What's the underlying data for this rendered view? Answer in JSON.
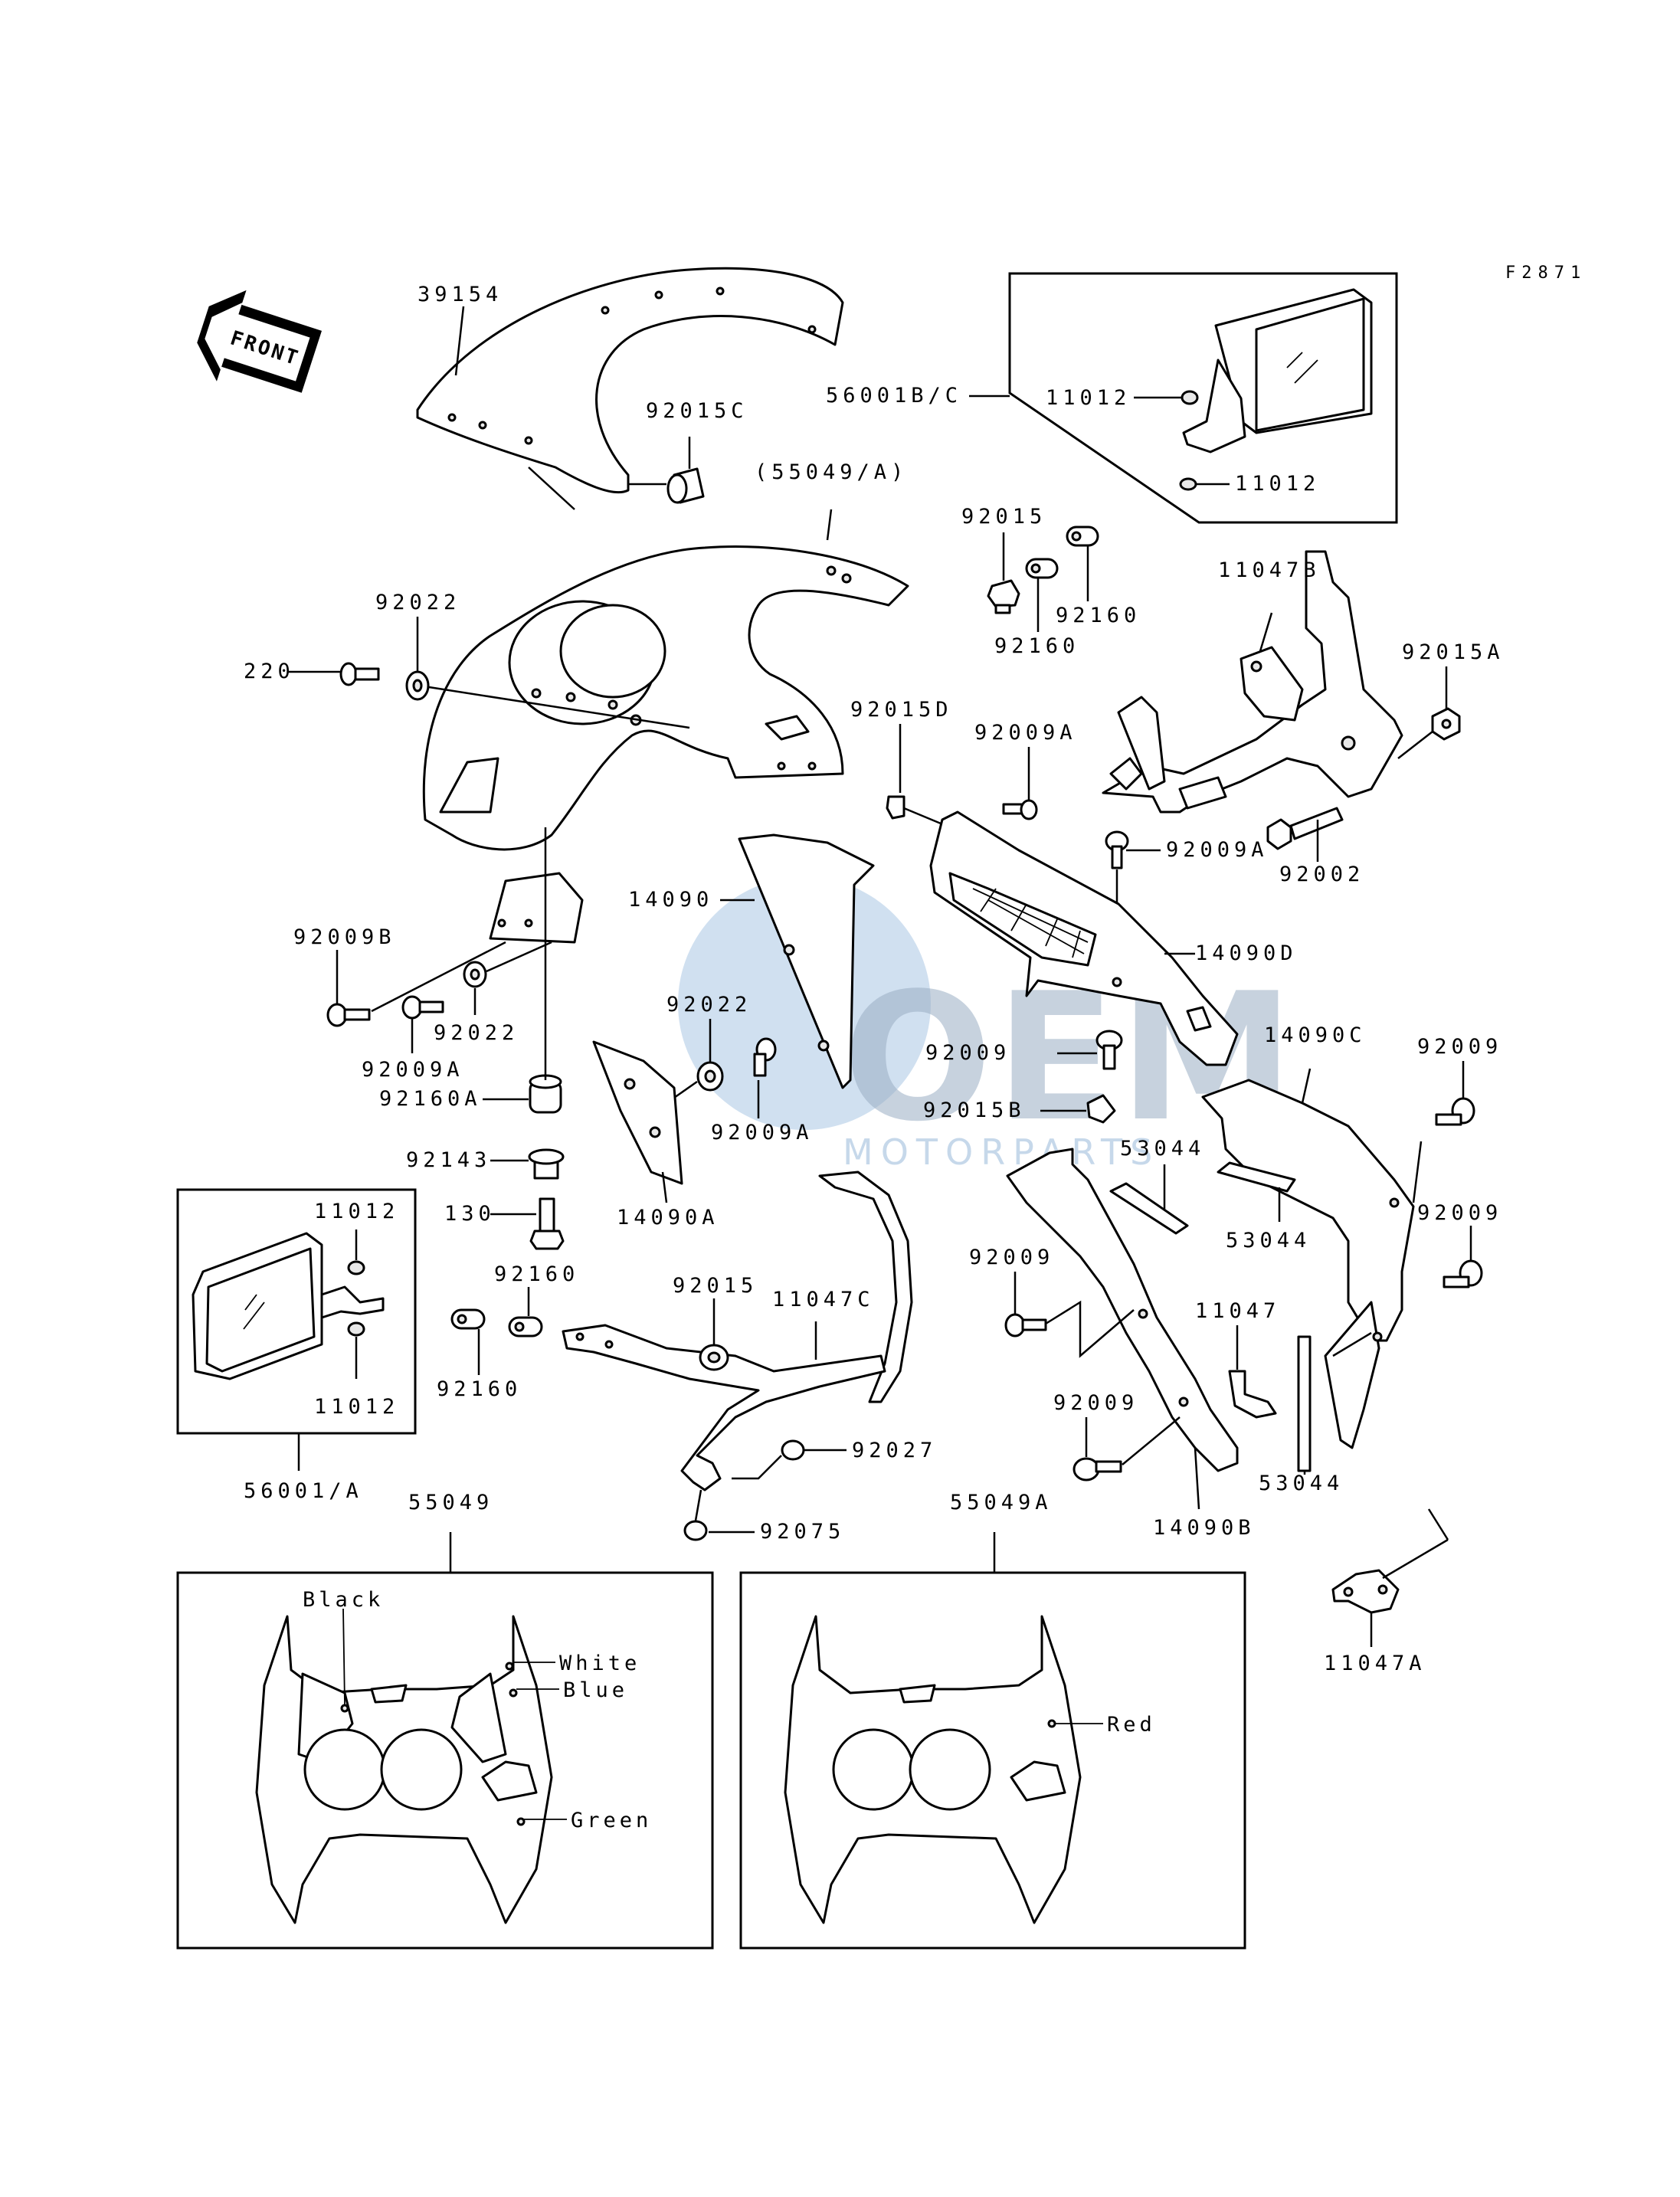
{
  "diagram_code": "F2871",
  "front_label": "FRONT",
  "watermark": {
    "brand": "OEM",
    "sub": "MOTORPARTS"
  },
  "parts": {
    "p39154": "39154",
    "p92015C": "92015C",
    "p55049_A": "(55049/A)",
    "p56001BC": "56001B/C",
    "p11012_top1": "11012",
    "p11012_top2": "11012",
    "p92015_top": "92015",
    "p92160_top1": "92160",
    "p92160_top2": "92160",
    "p11047B": "11047B",
    "p92015A": "92015A",
    "p92022_top": "92022",
    "p220": "220",
    "p92015D": "92015D",
    "p92009A_top": "92009A",
    "p92009A_right": "92009A",
    "p92002": "92002",
    "p14090": "14090",
    "p14090D": "14090D",
    "p92009B": "92009B",
    "p92009A_left": "92009A",
    "p92022_left": "92022",
    "p92022_mid": "92022",
    "p92009A_mid": "92009A",
    "p92009_mid": "92009",
    "p92015B": "92015B",
    "p14090C": "14090C",
    "p92009_r1": "92009",
    "p92160A": "92160A",
    "p92143": "92143",
    "p130": "130",
    "p14090A": "14090A",
    "p53044_a": "53044",
    "p53044_b": "53044",
    "p92009_r2": "92009",
    "p11012_left1": "11012",
    "p11012_left2": "11012",
    "p92160_bot1": "92160",
    "p92160_bot2": "92160",
    "p92015_bot": "92015",
    "p11047C": "11047C",
    "p92009_b1": "92009",
    "p11047": "11047",
    "p92009_b2": "92009",
    "p53044_c": "53044",
    "p92027": "92027",
    "p56001A": "56001/A",
    "p14090B": "14090B",
    "p55049": "55049",
    "p92075": "92075",
    "p55049A": "55049A",
    "p11047A": "11047A"
  },
  "colors_55049": {
    "black": "Black",
    "white": "White",
    "blue": "Blue",
    "green": "Green"
  },
  "colors_55049A": {
    "red": "Red"
  }
}
